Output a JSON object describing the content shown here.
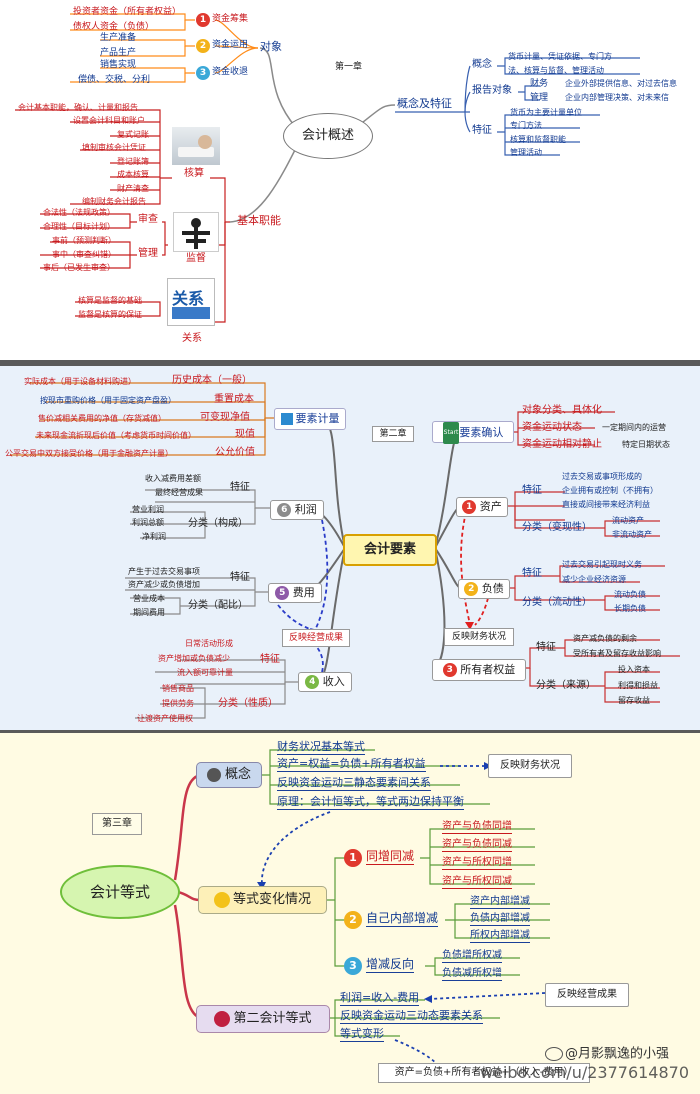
{
  "ch1": {
    "chapter": "第一章",
    "root": "会计概述",
    "obj": "对象",
    "b1": "资金筹集",
    "b1a": "投资者资金（所有者权益）",
    "b1b": "债权人资金（负债）",
    "b2": "资金运用",
    "b2a": "生产准备",
    "b2b": "产品生产",
    "b3": "资金收退",
    "b3a": "销售实现",
    "b3b": "偿债、交税、分利",
    "concept_main": "概念及特征",
    "gn": "概念",
    "gn_text1": "货币计量、凭证依据、专门方",
    "gn_text2": "法、核算与监督、管理活动",
    "bg": "报告对象",
    "cw": "财务",
    "cw_text": "企业外部提供信息、对过去信息",
    "gl": "管理",
    "gl_text": "企业内部管理决策、对未来信",
    "tz": "特征",
    "tz1": "货币为主要计量单位",
    "tz2": "专门方法",
    "tz3": "核算和监督职能",
    "tz4": "管理活动",
    "func": "基本职能",
    "hs": "核算",
    "hs_items": [
      "会计基本职能，确认、计量和报告",
      "设置会计科目和账户",
      "复式记账",
      "填制审核会计凭证",
      "登记账簿",
      "成本核算",
      "财产清查",
      "编制财务会计报告"
    ],
    "jd": "监督",
    "sc": "审查",
    "sc1": "合法性（法规政策）",
    "sc2": "合理性（目标计划）",
    "mg": "管理",
    "mg1": "事前（预测判断）",
    "mg2": "事中（审查纠错）",
    "mg3": "事后（已发生审查）",
    "gx": "关系",
    "gx_img": "关系",
    "gx1": "核算是监督的基础",
    "gx2": "监督是核算的保证"
  },
  "ch2": {
    "chapter": "第二章",
    "root": "会计要素",
    "jl": "要素计量",
    "jl_items": [
      [
        "实际成本（用于设备材料购进）",
        "历史成本（一般）"
      ],
      [
        "按现市重购价格（用于固定资产盘盈）",
        "重置成本"
      ],
      [
        "售价减相关费用的净值（存货减值）",
        "可变现净值"
      ],
      [
        "未来现金流折现后价值（考虑货币时间价值）",
        "现值"
      ],
      [
        "公平交易中双方接受价格（用于金融资产计量）",
        "公允价值"
      ]
    ],
    "qr": "要素确认",
    "start": "Start",
    "qr1": "对象分类、具体化",
    "qr2": "资金运动状态",
    "qr2b": "一定期间内的运营",
    "qr3": "资金运动相对静止",
    "qr3b": "特定日期状态",
    "lr": "利润",
    "lr_tz": "特征",
    "lr_t1": "收入减费用差额",
    "lr_t2": "最终经营成果",
    "lr_fl": "分类（构成）",
    "lr_f1": "营业利润",
    "lr_f2": "利润总额",
    "lr_f3": "净利润",
    "fy": "费用",
    "fy_tz": "特征",
    "fy_t1": "产生于过去交易事项",
    "fy_t2": "资产减少或负债增加",
    "fy_fl": "分类（配比）",
    "fy_f1": "营业成本",
    "fy_f2": "期间费用",
    "fyjg": "反映经营成果",
    "sr": "收入",
    "sr_tz": "特征",
    "sr_t1": "日常活动形成",
    "sr_t2": "资产增加或负债减少",
    "sr_t3": "流入额可靠计量",
    "sr_fl": "分类（性质）",
    "sr_f1": "销售商品",
    "sr_f2": "提供劳务",
    "sr_f3": "让渡资产使用权",
    "zc": "资产",
    "zc_tz": "特征",
    "zc_t1": "过去交易或事项形成的",
    "zc_t2": "企业拥有或控制（不拥有）",
    "zc_t3": "直接或间接带来经济利益",
    "zc_fl": "分类（变现性）",
    "zc_f1": "流动资产",
    "zc_f2": "非流动资产",
    "fz": "负债",
    "fz_tz": "特征",
    "fz_t1": "过去交易引起现时义务",
    "fz_t2": "减少企业经济资源",
    "fz_fl": "分类（流动性）",
    "fz_f1": "流动负债",
    "fz_f2": "长期负债",
    "czzk": "反映财务状况",
    "qy": "所有者权益",
    "qy_tz": "特征",
    "qy_t1": "资产减负债的剩余",
    "qy_t2": "受所有者及留存收益影响",
    "qy_fl": "分类（来源）",
    "qy_f1": "投入资本",
    "qy_f2": "利得和损益",
    "qy_f3": "留存收益"
  },
  "ch3": {
    "chapter": "第三章",
    "root": "会计等式",
    "gn": "概念",
    "gn1": "财务状况基本等式",
    "gn2": "资产=权益=负债+所有者权益",
    "gn3": "反映资金运动三静态要素间关系",
    "gn4": "原理：会计恒等式，等式两边保持平衡",
    "fy": "反映财务状况",
    "bh": "等式变化情况",
    "tz": "同增同减",
    "tz1": "资产与负债同增",
    "tz2": "资产与负债同减",
    "tz3": "资产与所权同增",
    "tz4": "资产与所权同减",
    "zj": "自己内部增减",
    "zj1": "资产内部增减",
    "zj2": "负债内部增减",
    "zj3": "所权内部增减",
    "fx": "增减反向",
    "fx1": "负债增所权减",
    "fx2": "负债减所权增",
    "de": "第二会计等式",
    "de1": "利润=收入-费用",
    "de2": "反映资金运动三动态要素关系",
    "de3": "等式变形",
    "jy": "反映经营成果",
    "bx": "资产=负债+所有者权益+（收入-费用）",
    "wm1": "@月影飘逸的小强",
    "wm2": "weibo.com/u/2377614870"
  }
}
